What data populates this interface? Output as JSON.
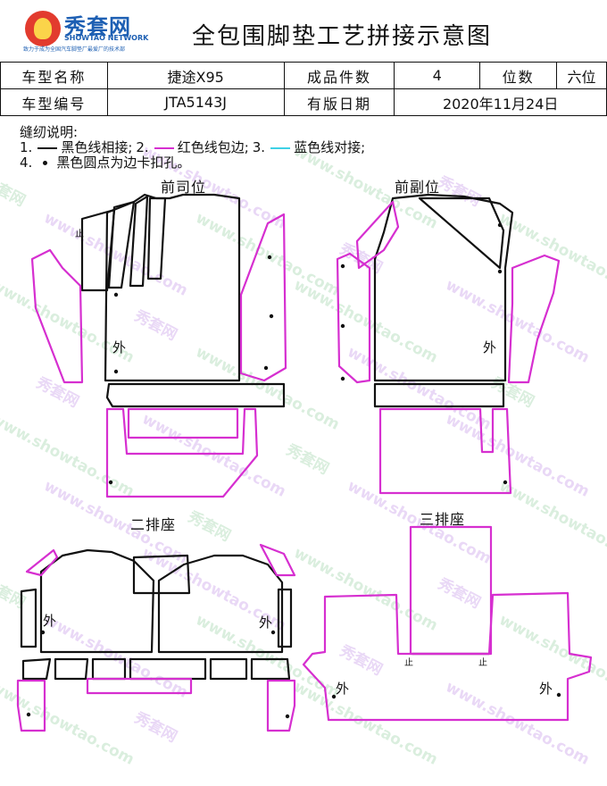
{
  "header": {
    "logo_cn": "秀套网",
    "logo_en": "SHOWTAO NETWORK",
    "logo_slogan": "致力于成为全国汽车脚垫厂最爱厂的技术部",
    "title": "全包围脚垫工艺拼接示意图"
  },
  "info_table": {
    "rows": [
      [
        {
          "label": "车型名称",
          "value": "捷途X95"
        },
        {
          "label": "成品件数",
          "value": "4"
        },
        {
          "label": "位数",
          "value": "六位"
        }
      ],
      [
        {
          "label": "车型编号",
          "value": "JTA5143J"
        },
        {
          "label": "有版日期",
          "value": "2020年11月24日"
        }
      ]
    ]
  },
  "legend": {
    "heading": "缝纫说明:",
    "items": [
      {
        "num": "1.",
        "text": "黑色线相接;",
        "color": "#111111"
      },
      {
        "num": "2.",
        "text": "红色线包边;",
        "color": "#d62fd0"
      },
      {
        "num": "3.",
        "text": "蓝色线对接;",
        "color": "#3fd1e6"
      },
      {
        "num": "4.",
        "text": "黑色圆点为边卡扣孔。",
        "color": "#111111"
      }
    ]
  },
  "sections": {
    "front_driver": "前司位",
    "front_passenger": "前副位",
    "second_row": "二排座",
    "third_row": "三排座",
    "outside": "外",
    "stop": "止"
  },
  "watermark": "www.showtao.com",
  "watermark_cn": "秀套网",
  "colors": {
    "black_line": "#111111",
    "magenta_line": "#d62fd0",
    "blue_line": "#3fd1e6"
  }
}
